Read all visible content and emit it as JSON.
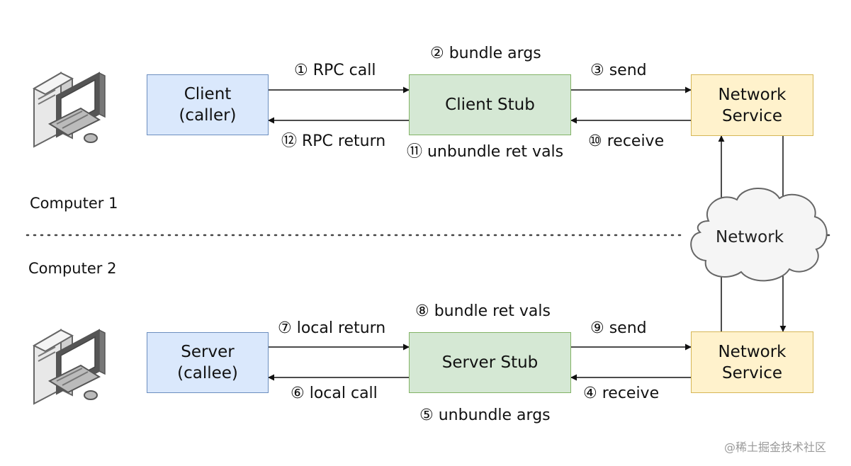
{
  "computer1": {
    "label": "Computer 1",
    "client": {
      "line1": "Client",
      "line2": "(caller)"
    },
    "client_stub": "Client Stub",
    "network_service": {
      "line1": "Network",
      "line2": "Service"
    },
    "steps": {
      "s1": "① RPC call",
      "s2": "② bundle args",
      "s3": "③ send",
      "s10": "⑩ receive",
      "s11": "⑪ unbundle ret vals",
      "s12": "⑫ RPC return"
    }
  },
  "network": {
    "label": "Network"
  },
  "computer2": {
    "label": "Computer 2",
    "server": {
      "line1": "Server",
      "line2": "(callee)"
    },
    "server_stub": "Server Stub",
    "network_service": {
      "line1": "Network",
      "line2": "Service"
    },
    "steps": {
      "s4": "④ receive",
      "s5": "⑤ unbundle args",
      "s6": "⑥ local call",
      "s7": "⑦ local return",
      "s8": "⑧ bundle ret vals",
      "s9": "⑨ send"
    }
  },
  "watermark": "@稀土掘金技术社区",
  "colors": {
    "client_server_fill": "#dae8fc",
    "client_server_border": "#6c8ebf",
    "stub_fill": "#d5e8d4",
    "stub_border": "#82b366",
    "network_service_fill": "#fff2cc",
    "network_service_border": "#d6b656"
  },
  "icons": [
    "desktop-computer-icon",
    "network-cloud-icon"
  ]
}
